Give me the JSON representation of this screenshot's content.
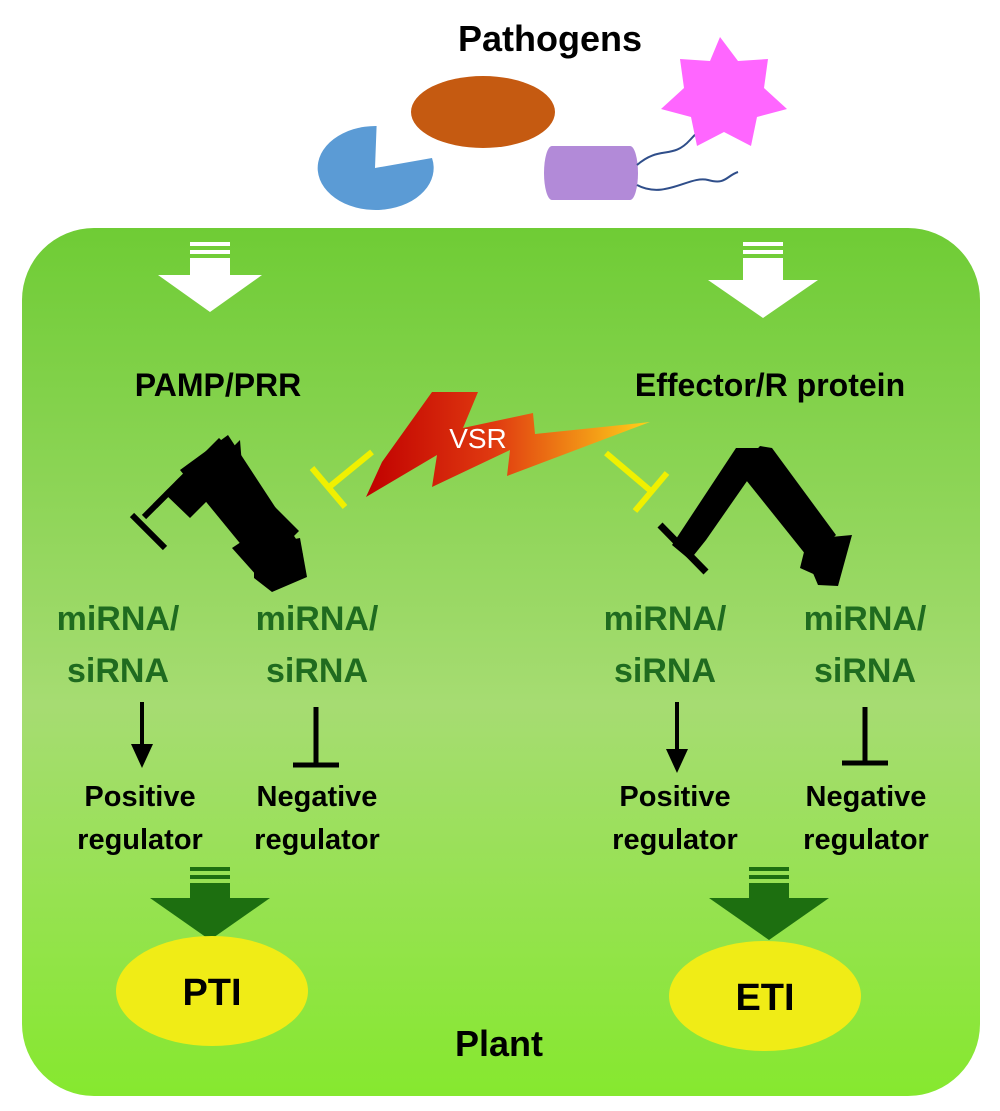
{
  "title": "Pathogens",
  "left_pathway": {
    "receptor_label": "PAMP/PRR",
    "rna_left": [
      "miRNA/",
      "siRNA"
    ],
    "rna_right": [
      "miRNA/",
      "siRNA"
    ],
    "positive_regulator": [
      "Positive",
      "regulator"
    ],
    "negative_regulator": [
      "Negative",
      "regulator"
    ],
    "outcome": "PTI"
  },
  "right_pathway": {
    "receptor_label": "Effector/R protein",
    "rna_left": [
      "miRNA/",
      "siRNA"
    ],
    "rna_right": [
      "miRNA/",
      "siRNA"
    ],
    "positive_regulator": [
      "Positive",
      "regulator"
    ],
    "negative_regulator": [
      "Negative",
      "regulator"
    ],
    "outcome": "ETI"
  },
  "suppressor_label": "VSR",
  "host_label": "Plant",
  "colors": {
    "plant_bg_top": "#6fcc35",
    "plant_bg_mid": "#a6dc72",
    "plant_bg_bottom": "#86e82f",
    "rna_text": "#1f6b1f",
    "outcome_fill": "#f0ec16",
    "vsr_inhibition": "#f0f000",
    "pathway_arrow": "#000000",
    "down_arrow": "#1d6f10",
    "pathogen_blue": "#5b9bd5",
    "pathogen_orange": "#c55a11",
    "pathogen_purple": "#b28ad8",
    "pathogen_pink": "#ff66ff"
  }
}
